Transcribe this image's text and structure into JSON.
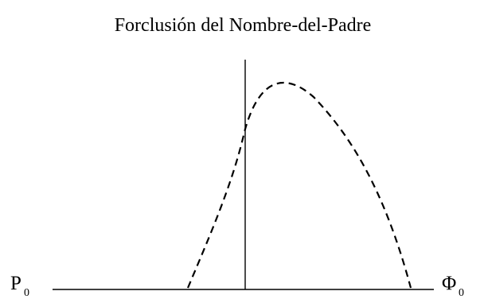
{
  "diagram": {
    "title": "Forclusión del Nombre-del-Padre",
    "left_label": {
      "symbol": "P",
      "subscript": "0"
    },
    "right_label": {
      "symbol": "Φ",
      "subscript": "0"
    },
    "colors": {
      "stroke": "#000000",
      "text": "#000000",
      "background": "#ffffff"
    }
  }
}
